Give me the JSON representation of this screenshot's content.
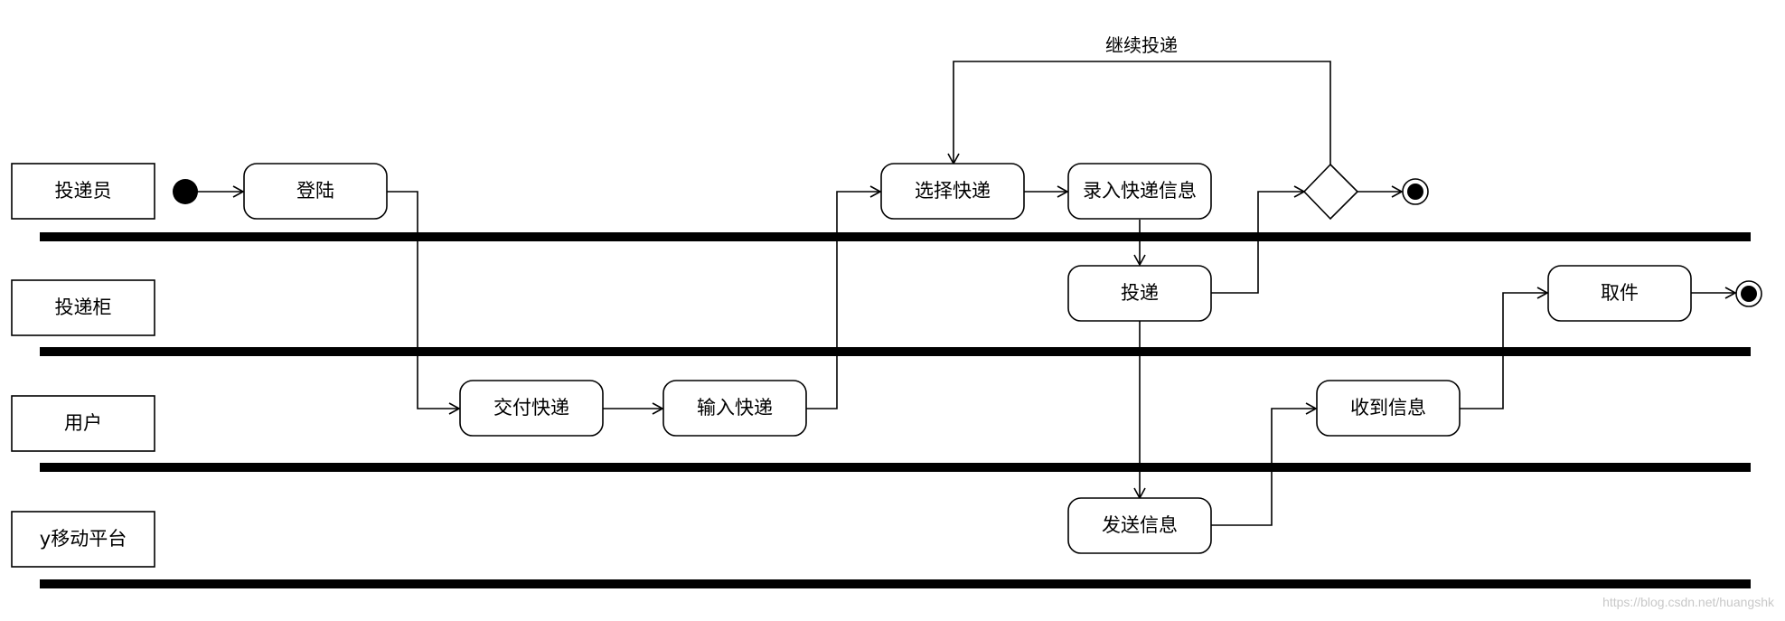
{
  "lanes": [
    {
      "id": "courier",
      "label": "投递员"
    },
    {
      "id": "locker",
      "label": "投递柜"
    },
    {
      "id": "user",
      "label": "用户"
    },
    {
      "id": "platform",
      "label": "y移动平台"
    }
  ],
  "nodes": {
    "login": "登陆",
    "select_delivery": "选择快递",
    "enter_info": "录入快递信息",
    "deliver": "投递",
    "pickup": "取件",
    "hand_over": "交付快递",
    "input_delivery": "输入快递",
    "receive_info": "收到信息",
    "send_info": "发送信息"
  },
  "edges": {
    "continue_label": "继续投递"
  },
  "colors": {
    "stroke": "#000000",
    "background": "#ffffff",
    "watermark": "#c8c8c8"
  },
  "watermark": "https://blog.csdn.net/huangshk"
}
